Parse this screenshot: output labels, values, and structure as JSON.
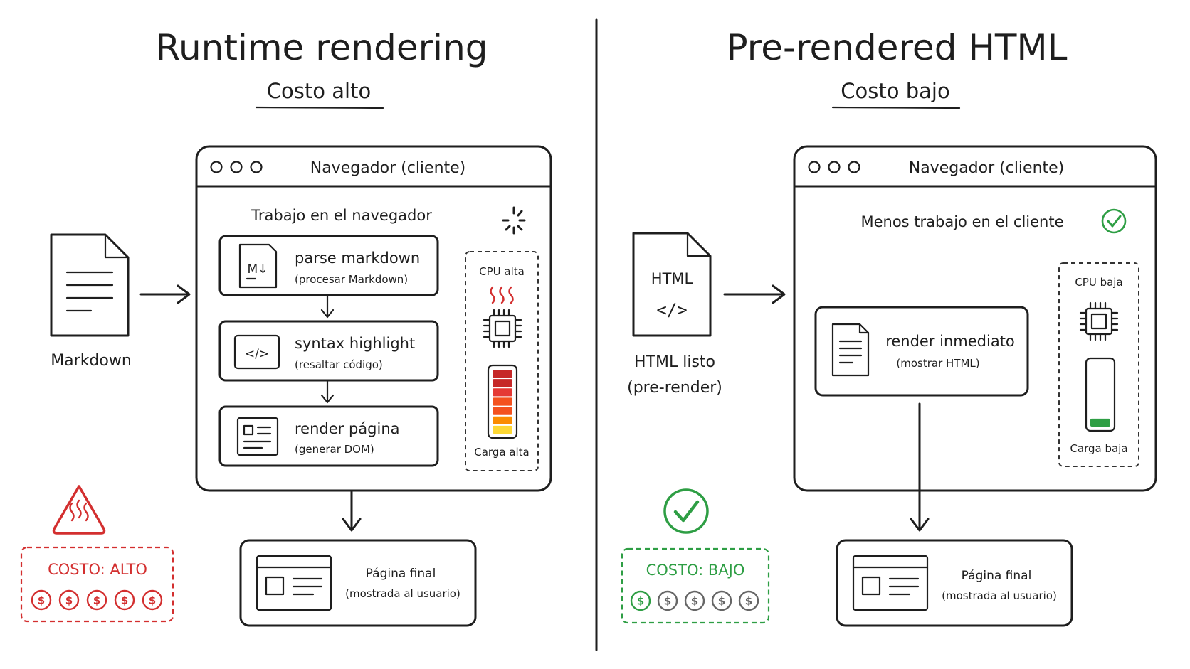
{
  "colors": {
    "ink": "#1e1e1e",
    "danger": "#d32f2f",
    "success": "#2e9e44",
    "coin_gray": "#666666",
    "heat_bar": [
      "#c62828",
      "#e53935",
      "#f4511e",
      "#fb8c00",
      "#fdd835"
    ],
    "cool_bar": [
      "#2e9e44",
      "#2e9e44"
    ]
  },
  "left": {
    "title": "Runtime rendering",
    "subtitle": "Costo alto",
    "input_label": "Markdown",
    "browser_title": "Navegador (cliente)",
    "work_title": "Trabajo en el navegador",
    "steps": [
      {
        "title": "parse markdown",
        "subtitle": "(procesar Markdown)",
        "icon": "markdown-icon",
        "icon_text": "M↓"
      },
      {
        "title": "syntax highlight",
        "subtitle": "(resaltar código)",
        "icon": "code-icon",
        "icon_text": "</>"
      },
      {
        "title": "render página",
        "subtitle": "(generar DOM)",
        "icon": "layout-icon",
        "icon_text": ""
      }
    ],
    "cpu_label": "CPU alta",
    "load_label": "Carga alta",
    "load_level": 1.0,
    "cost_label": "COSTO: ALTO",
    "coins": [
      "$",
      "$",
      "$",
      "$",
      "$"
    ],
    "coins_active": 5,
    "final_title": "Página final",
    "final_subtitle": "(mostrada al usuario)"
  },
  "right": {
    "title": "Pre-rendered HTML",
    "subtitle": "Costo bajo",
    "input_text": "HTML",
    "input_symbol": "</>",
    "input_label_1": "HTML listo",
    "input_label_2": "(pre-render)",
    "browser_title": "Navegador (cliente)",
    "work_title": "Menos trabajo en el cliente",
    "step": {
      "title": "render inmediato",
      "subtitle": "(mostrar HTML)"
    },
    "cpu_label": "CPU baja",
    "load_label": "Carga baja",
    "load_level": 0.2,
    "cost_label": "COSTO: BAJO",
    "coins": [
      "$",
      "$",
      "$",
      "$",
      "$"
    ],
    "coins_active": 1,
    "final_title": "Página final",
    "final_subtitle": "(mostrada al usuario)"
  }
}
